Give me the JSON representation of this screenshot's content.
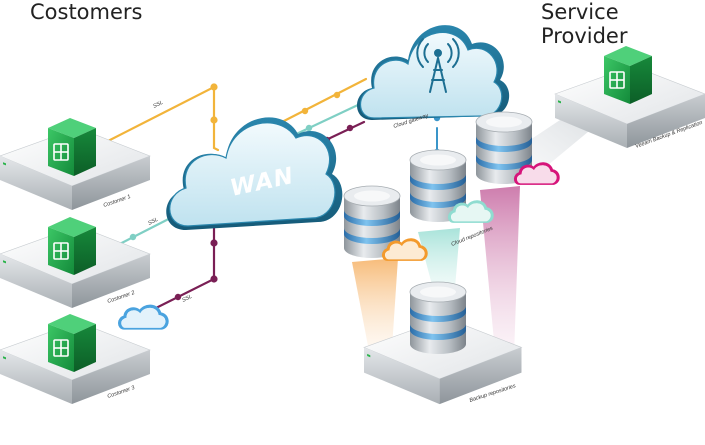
{
  "headings": {
    "customers": "Costomers",
    "provider": "Service Provider"
  },
  "labels": {
    "ssl_1": "SSL",
    "ssl_2": "SSL",
    "ssl_3": "SSL",
    "customer_1": "Costomer 1",
    "customer_2": "Costomer 2",
    "customer_3": "Costomer 3",
    "wan": "WAN",
    "cloud_gateway": "Cloud gateway",
    "cloud_repositories": "Cloud repositories",
    "backup_repositories": "Backup repositories",
    "veeam_server": "Veeam Backup & Replication"
  },
  "colors": {
    "line_yellow": "#f2b43a",
    "line_teal": "#7fcfc4",
    "line_plum": "#7a1f55",
    "line_blue": "#3a95c9",
    "cloud_dark": "#1d6f92",
    "cloud_light": "#d9eef6",
    "green_box": "#1ea64a",
    "cloud_orange": "#f39a2c",
    "cloud_mint": "#8fdcd0",
    "cloud_magenta": "#d6147a",
    "cloud_blue": "#4aa3df"
  },
  "icons": [
    "server-icon",
    "veeam-logo-icon",
    "cloud-icon",
    "antenna-icon",
    "database-icon"
  ]
}
